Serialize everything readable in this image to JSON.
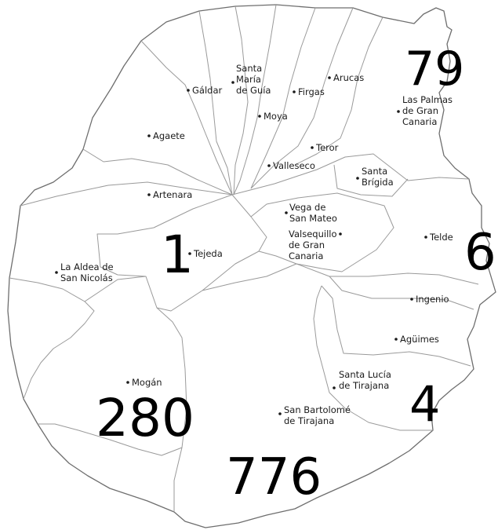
{
  "map": {
    "municipalities": [
      {
        "id": "galdar",
        "name": "Gáldar"
      },
      {
        "id": "santa-maria-de-guia",
        "name": "Santa\nMaría\nde Guía"
      },
      {
        "id": "firgas",
        "name": "Firgas"
      },
      {
        "id": "arucas",
        "name": "Arucas"
      },
      {
        "id": "las-palmas",
        "name": "Las Palmas\nde Gran\nCanaria"
      },
      {
        "id": "moya",
        "name": "Moya"
      },
      {
        "id": "agaete",
        "name": "Agaete"
      },
      {
        "id": "teror",
        "name": "Teror"
      },
      {
        "id": "valleseco",
        "name": "Valleseco"
      },
      {
        "id": "santa-brigida",
        "name": "Santa\nBrígida"
      },
      {
        "id": "artenara",
        "name": "Artenara"
      },
      {
        "id": "vega-de-san-mateo",
        "name": "Vega de\nSan Mateo"
      },
      {
        "id": "valsequillo",
        "name": "Valsequillo\nde Gran\nCanaria"
      },
      {
        "id": "telde",
        "name": "Telde"
      },
      {
        "id": "tejeda",
        "name": "Tejeda"
      },
      {
        "id": "la-aldea",
        "name": "La Aldea de\nSan Nicolás"
      },
      {
        "id": "ingenio",
        "name": "Ingenio"
      },
      {
        "id": "aguimes",
        "name": "Agüimes"
      },
      {
        "id": "santa-lucia",
        "name": "Santa Lucía\nde Tirajana"
      },
      {
        "id": "mogan",
        "name": "Mogán"
      },
      {
        "id": "san-bartolome",
        "name": "San Bartolomé\nde Tirajana"
      }
    ],
    "values": [
      {
        "id": "las-palmas",
        "value": "79"
      },
      {
        "id": "telde",
        "value": "6"
      },
      {
        "id": "tejeda",
        "value": "1"
      },
      {
        "id": "santa-lucia",
        "value": "4"
      },
      {
        "id": "mogan",
        "value": "280"
      },
      {
        "id": "san-bartolome",
        "value": "776"
      }
    ]
  }
}
